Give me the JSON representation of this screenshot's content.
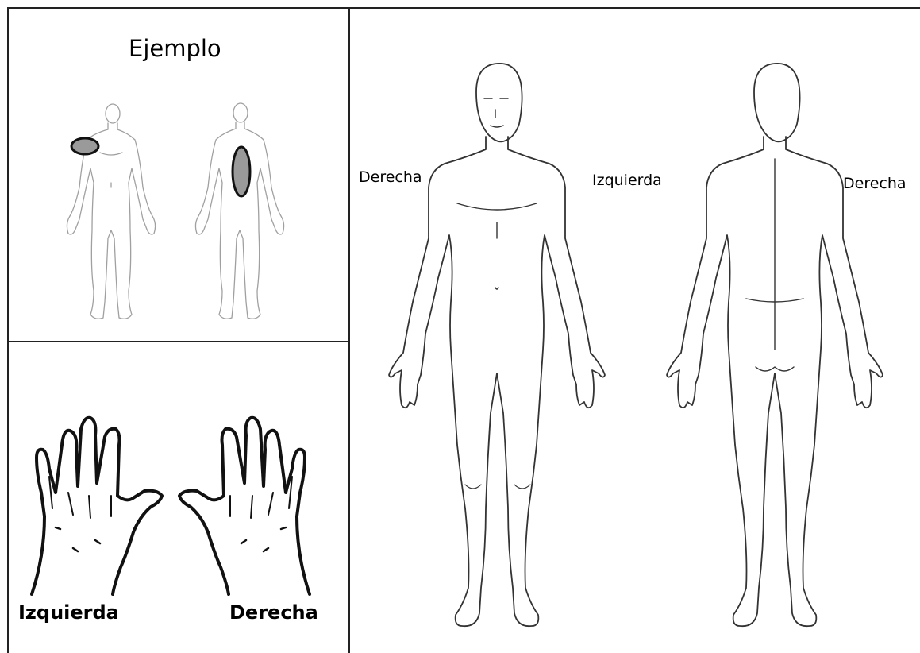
{
  "example": {
    "title": "Ejemplo"
  },
  "hands": {
    "left_label": "Izquierda",
    "right_label": "Derecha"
  },
  "body_map": {
    "front_right_label": "Derecha",
    "front_left_label": "Izquierda",
    "back_right_label": "Derecha"
  },
  "colors": {
    "lines": "#222222",
    "pain_fill": "#9a9a9a",
    "pain_stroke": "#111111",
    "figure_stroke": "#333333",
    "example_figure_stroke": "#9a9a9a"
  }
}
